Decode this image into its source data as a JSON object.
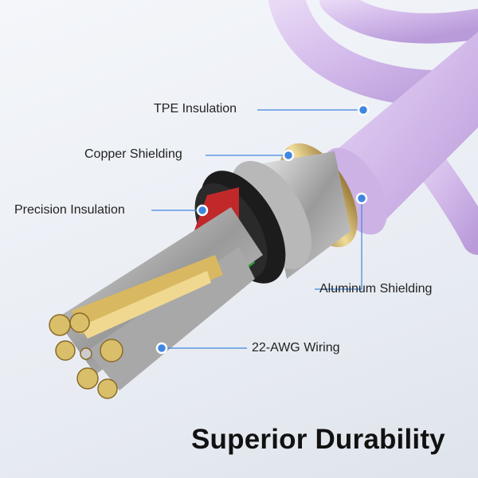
{
  "callouts": {
    "tpe": "TPE Insulation",
    "copper": "Copper Shielding",
    "precision": "Precision Insulation",
    "aluminum": "Aluminum Shielding",
    "wiring": "22-AWG Wiring"
  },
  "headline": "Superior Durability",
  "colors": {
    "cable": "#d9c3ec",
    "leader": "#3f86e0",
    "gold": "#c9a850",
    "wire_red": "#c0282a",
    "wire_green": "#2a9a3a"
  }
}
